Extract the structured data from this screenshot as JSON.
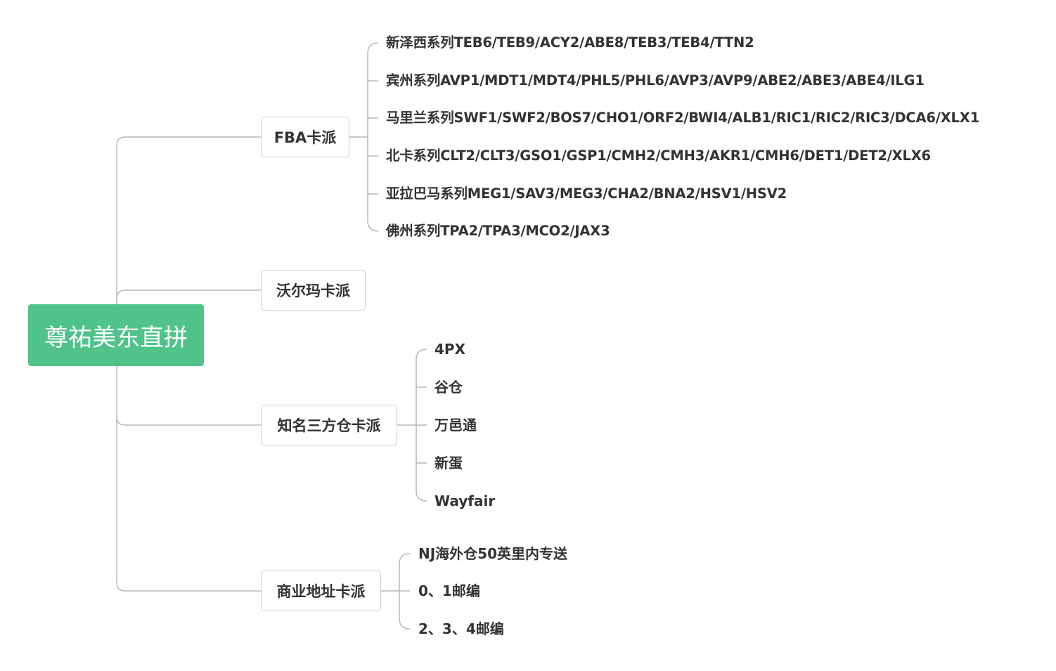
{
  "root": {
    "label": "尊祐美东直拼"
  },
  "branches": {
    "fba": {
      "label": "FBA卡派",
      "children": [
        "新泽西系列TEB6/TEB9/ACY2/ABE8/TEB3/TEB4/TTN2",
        "宾州系列AVP1/MDT1/MDT4/PHL5/PHL6/AVP3/AVP9/ABE2/ABE3/ABE4/ILG1",
        "马里兰系列SWF1/SWF2/BOS7/CHO1/ORF2/BWI4/ALB1/RIC1/RIC2/RIC3/DCA6/XLX1",
        "北卡系列CLT2/CLT3/GSO1/GSP1/CMH2/CMH3/AKR1/CMH6/DET1/DET2/XLX6",
        "亚拉巴马系列MEG1/SAV3/MEG3/CHA2/BNA2/HSV1/HSV2",
        "佛州系列TPA2/TPA3/MCO2/JAX3"
      ]
    },
    "walmart": {
      "label": "沃尔玛卡派",
      "children": []
    },
    "thirdparty": {
      "label": "知名三方仓卡派",
      "children": [
        "4PX",
        "谷仓",
        "万邑通",
        "新蛋",
        "Wayfair"
      ]
    },
    "commercial": {
      "label": "商业地址卡派",
      "children": [
        "NJ海外仓50英里内专送",
        "0、1邮编",
        "2、3、4邮编"
      ]
    }
  },
  "colors": {
    "root_fill": "#4fc38a",
    "connector": "#b8b8b8",
    "branch_border": "#cfcfcf",
    "text": "#333333"
  }
}
